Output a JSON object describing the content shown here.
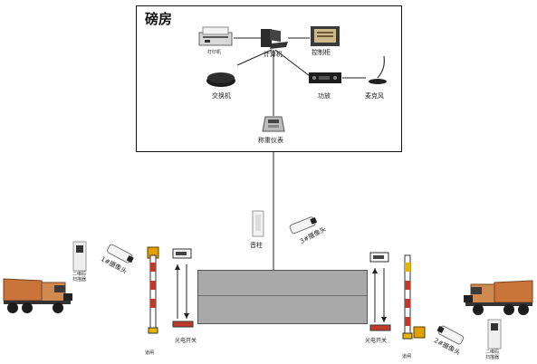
{
  "room": {
    "title": "磅房"
  },
  "devices": {
    "printer": "打印机",
    "computer": "计算机",
    "cabinet": "控制柜",
    "switch": "交换机",
    "amplifier": "功放",
    "microphone": "麦克风",
    "indicator": "称重仪表"
  },
  "field": {
    "speaker": "音柱",
    "camera1": "1#摄像头",
    "camera2": "2#摄像头",
    "camera3": "3#摄像头",
    "sensor_left": "光电开关",
    "sensor_right": "光电开关",
    "gate_left": "道闸",
    "gate_right": "道闸",
    "scanner_left": [
      "二维码",
      "扫描器"
    ],
    "scanner_right": [
      "二维码",
      "扫描器"
    ]
  },
  "colors": {
    "truck_orange": "#c8743a",
    "barrier_red": "#c0392b",
    "barrier_yellow": "#e8b400",
    "scale_gray": "#a9a9a9"
  }
}
